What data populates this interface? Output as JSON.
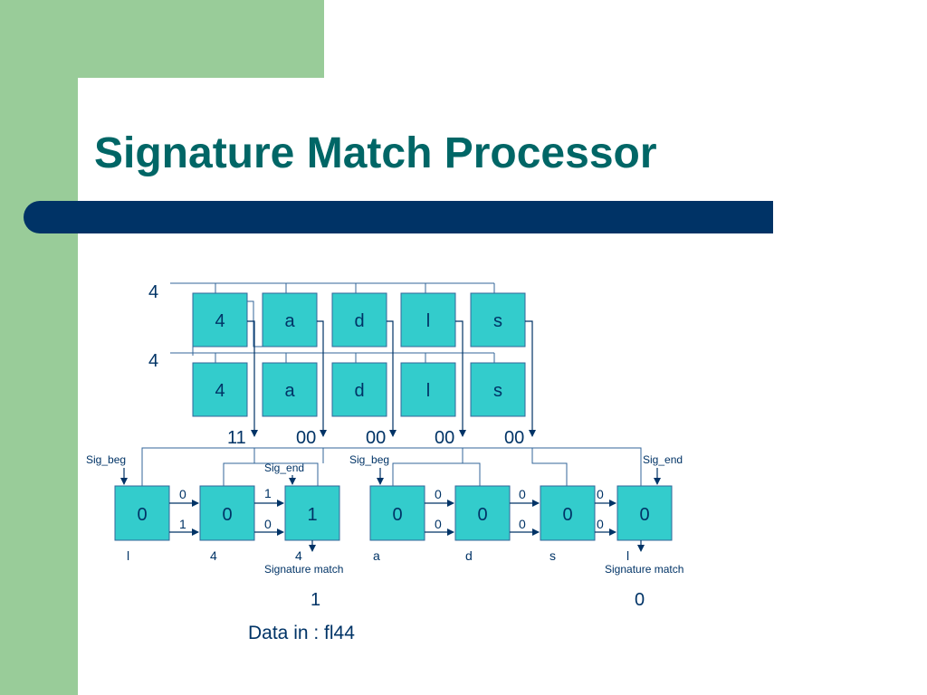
{
  "slide": {
    "title": "Signature Match Processor",
    "data_in": "Data in : fl44",
    "colors": {
      "title": "#006666",
      "band": "#003366",
      "side": "#99cc99",
      "cell": "#33cccc"
    }
  },
  "diagram": {
    "row_inputs": [
      "4",
      "4"
    ],
    "top_row": [
      "4",
      "a",
      "d",
      "l",
      "s"
    ],
    "middle_row": [
      "4",
      "a",
      "d",
      "l",
      "s"
    ],
    "compare_outputs": [
      "11",
      "00",
      "00",
      "00",
      "00"
    ],
    "labels": {
      "sig_beg_1": "Sig_beg",
      "sig_end_1": "Sig_end",
      "sig_beg_2": "Sig_beg",
      "sig_end_2": "Sig_end",
      "signature_match_1": "Signature match",
      "signature_match_2": "Signature match"
    },
    "bottom_cells": [
      "0",
      "0",
      "1",
      "0",
      "0",
      "0",
      "0"
    ],
    "top_edge_bits": [
      "0",
      "1",
      "0",
      "0",
      "0"
    ],
    "bottom_edge_bits": [
      "1",
      "0",
      "0",
      "0",
      "0"
    ],
    "chars_below": [
      "l",
      "4",
      "4",
      "a",
      "d",
      "s",
      "l"
    ],
    "match_results": [
      "1",
      "0"
    ]
  }
}
